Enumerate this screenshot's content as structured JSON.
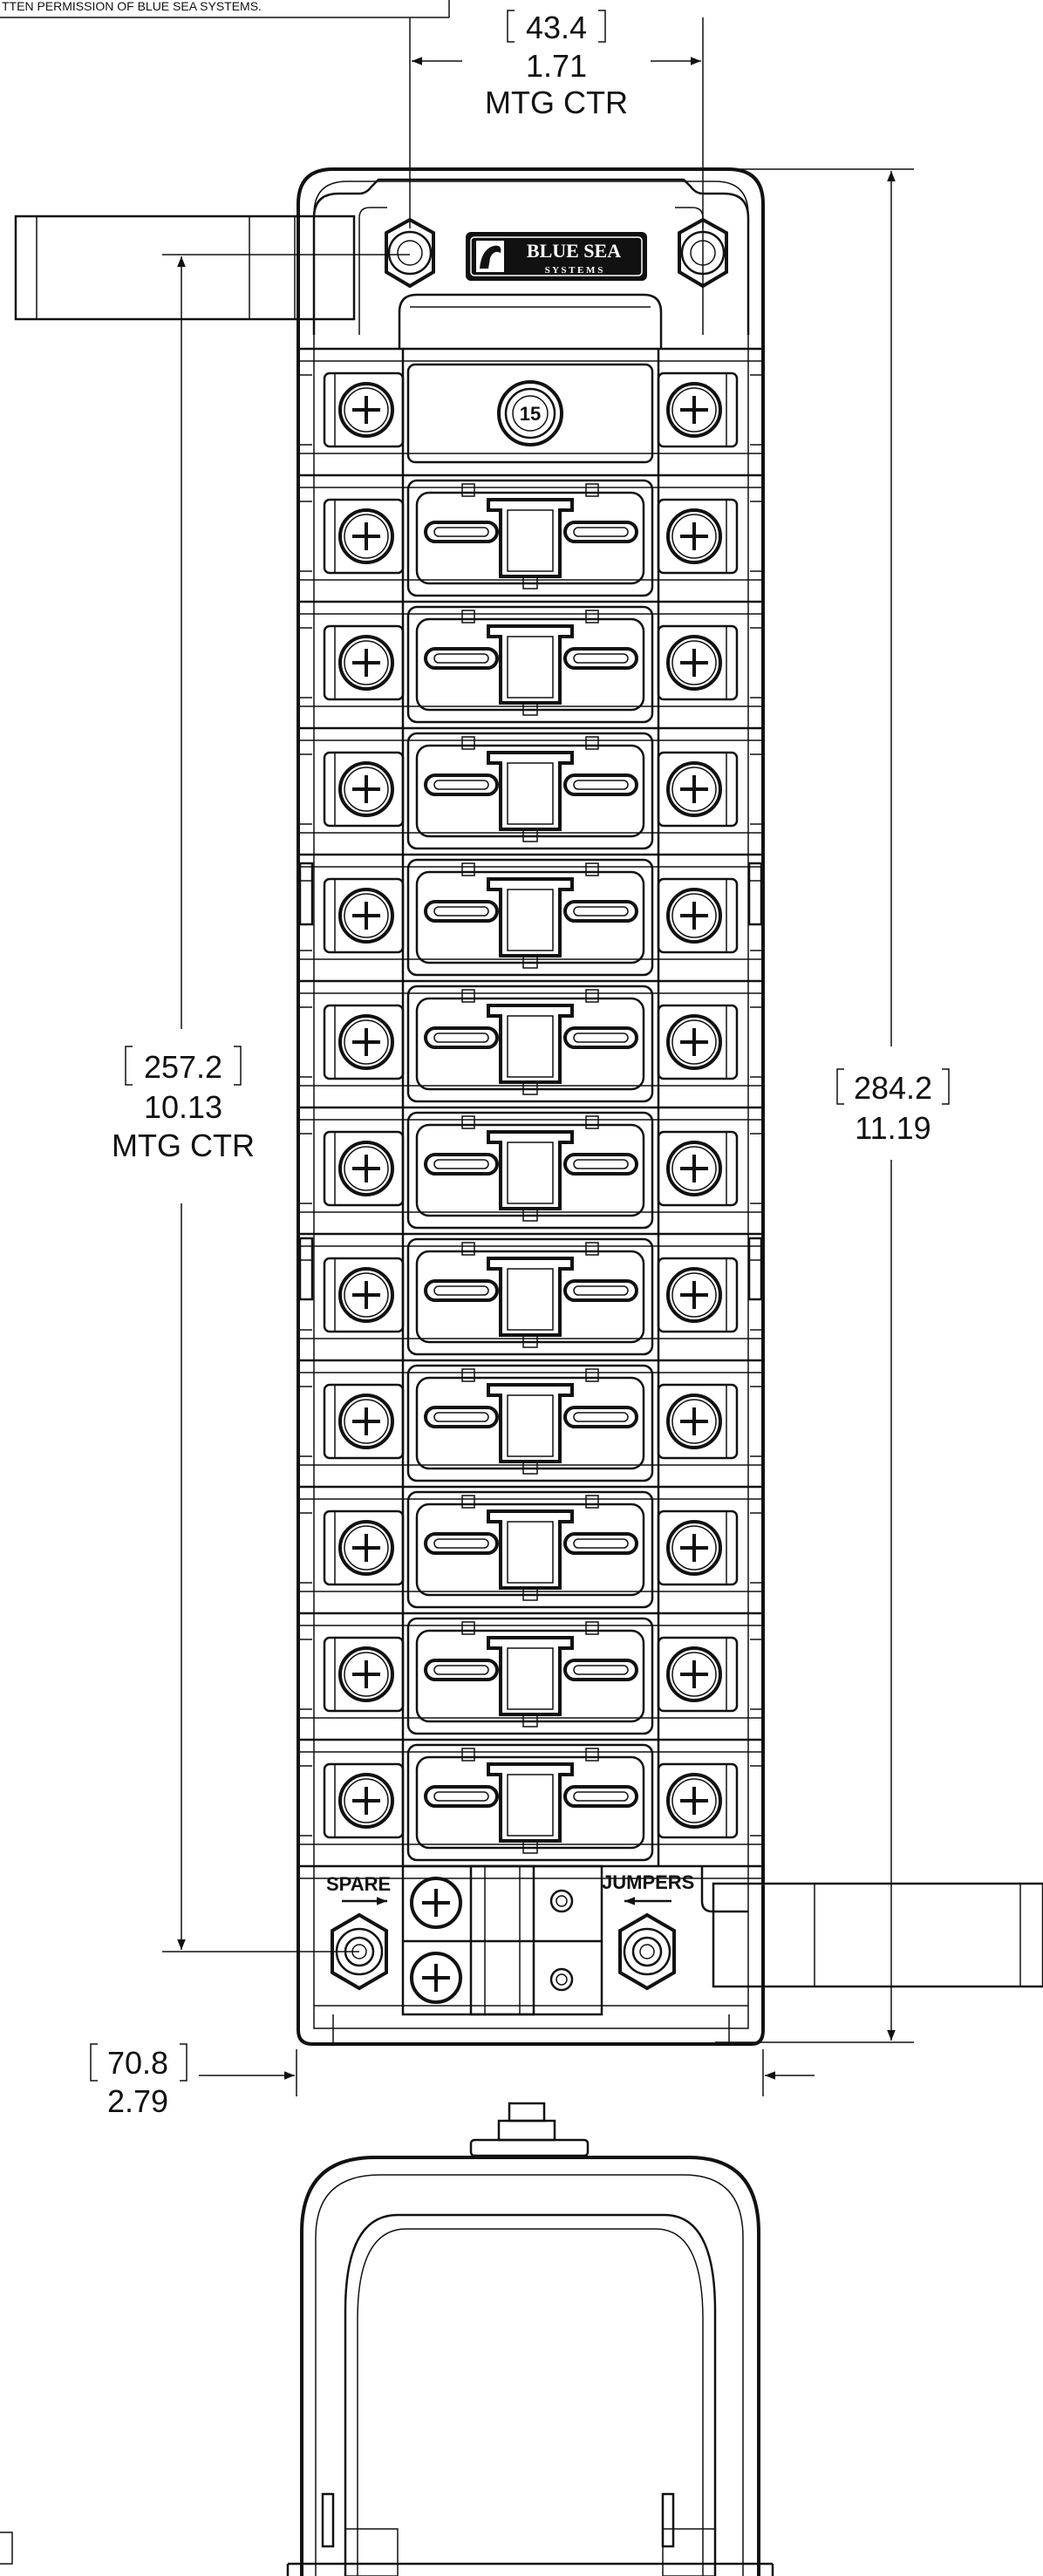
{
  "notice": "TTEN PERMISSION OF BLUE SEA SYSTEMS.",
  "logo": {
    "line1": "BLUE SEA",
    "line2": "S Y S T E M S",
    "icon": "wave-logo-icon"
  },
  "cover_badge": "15",
  "fuse_positions": 12,
  "labels": {
    "spare": "SPARE",
    "jumpers": "JUMPERS"
  },
  "dimensions": {
    "mtg_width": {
      "mm": "43.4",
      "in": "1.71",
      "note": "MTG CTR"
    },
    "mtg_length": {
      "mm": "257.2",
      "in": "10.13",
      "note": "MTG CTR"
    },
    "overall_length": {
      "mm": "284.2",
      "in": "11.19"
    },
    "overall_width": {
      "mm": "70.8",
      "in": "2.79"
    }
  },
  "colors": {
    "line": "#111111",
    "logo_fill": "#111111",
    "background": "#ffffff"
  }
}
